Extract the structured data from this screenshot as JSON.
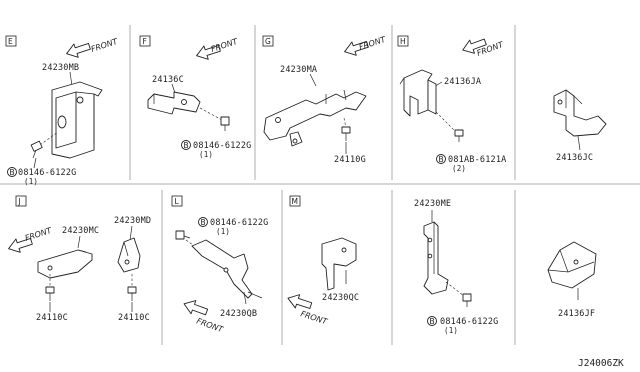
{
  "sections": [
    {
      "letter": "E",
      "front": "FRONT",
      "parts": [
        {
          "number": "24230MB"
        }
      ],
      "bolt": {
        "code": "08146-6122G",
        "qty": "(1)"
      }
    },
    {
      "letter": "F",
      "front": "FRONT",
      "parts": [
        {
          "number": "24136C"
        }
      ],
      "bolt": {
        "code": "08146-6122G",
        "qty": "(1)"
      }
    },
    {
      "letter": "G",
      "front": "FRONT",
      "parts": [
        {
          "number": "24230MA"
        },
        {
          "number": "24110G"
        }
      ]
    },
    {
      "letter": "H",
      "front": "FRONT",
      "parts": [
        {
          "number": "24136JA"
        }
      ],
      "bolt": {
        "code": "081AB-6121A",
        "qty": "(2)"
      }
    },
    {
      "letter": "",
      "parts": [
        {
          "number": "24136JC"
        }
      ]
    },
    {
      "letter": "J",
      "front": "FRONT",
      "parts": [
        {
          "number": "24230MC"
        },
        {
          "number": "24230MD"
        },
        {
          "number": "24110C"
        },
        {
          "number": "24110C"
        }
      ]
    },
    {
      "letter": "L",
      "front": "FRONT",
      "parts": [
        {
          "number": "24230QB"
        }
      ],
      "bolt": {
        "code": "08146-6122G",
        "qty": "(1)"
      }
    },
    {
      "letter": "M",
      "front": "FRONT",
      "parts": [
        {
          "number": "24230QC"
        }
      ]
    },
    {
      "letter": "",
      "parts": [
        {
          "number": "24230ME"
        }
      ],
      "bolt": {
        "code": "08146-6122G",
        "qty": "(1)"
      }
    },
    {
      "letter": "",
      "parts": [
        {
          "number": "24136JF"
        }
      ]
    }
  ],
  "bolt_symbol": "B",
  "diagram_code": "J24006ZK"
}
